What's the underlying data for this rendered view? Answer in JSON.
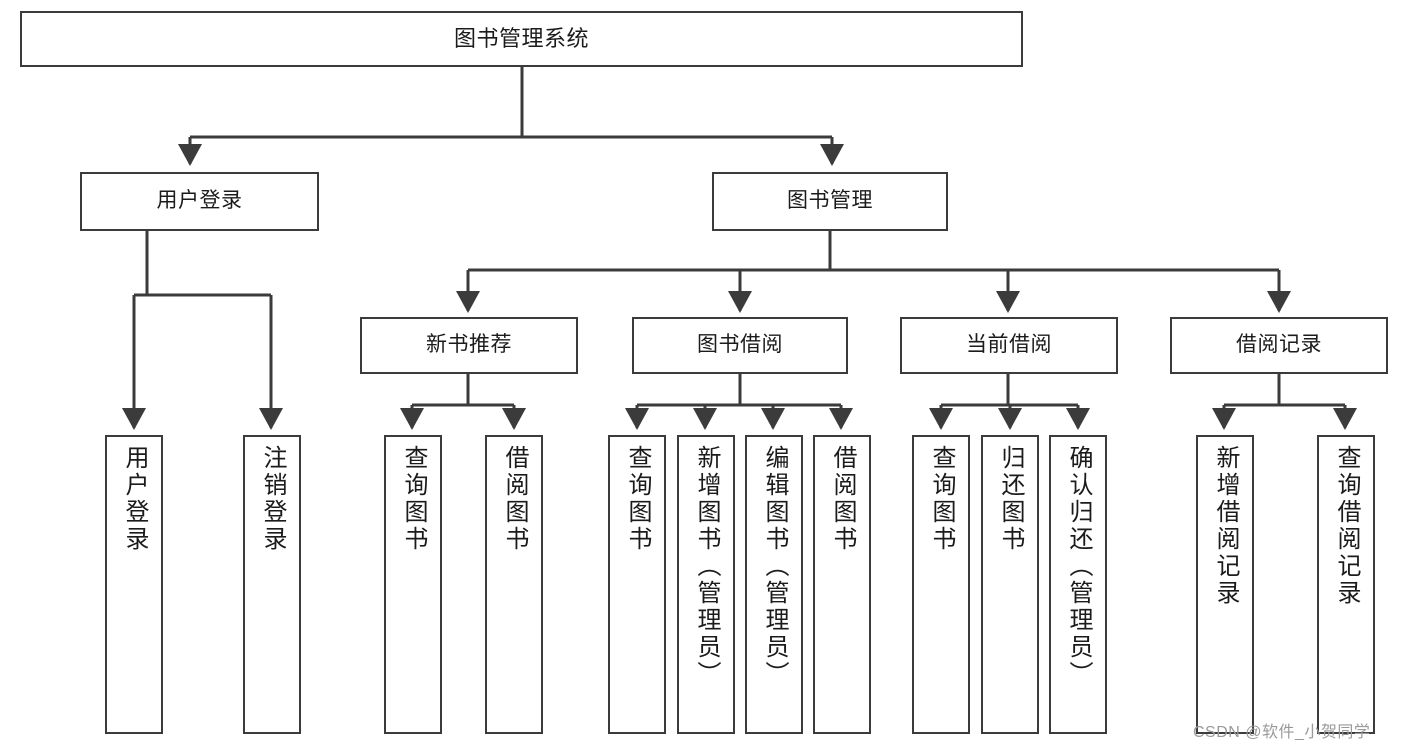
{
  "diagram": {
    "type": "tree-hierarchy",
    "title": "图书管理系统",
    "colors": {
      "box_border": "#3b3b3b",
      "box_fill": "#ffffff",
      "line": "#3b3b3b",
      "text": "#1b1b1b",
      "watermark": "#9a9a9a",
      "background": "#ffffff"
    },
    "watermark": "CSDN @软件_小贺同学"
  },
  "nodes": {
    "root": {
      "label": "图书管理系统"
    },
    "level1": [
      {
        "label": "用户登录"
      },
      {
        "label": "图书管理"
      }
    ],
    "level2": [
      {
        "label": "新书推荐"
      },
      {
        "label": "图书借阅"
      },
      {
        "label": "当前借阅"
      },
      {
        "label": "借阅记录"
      }
    ],
    "leaves": {
      "user_login": [
        {
          "label": "用户登录"
        },
        {
          "label": "注销登录"
        }
      ],
      "new_book_recommend": [
        {
          "label": "查询图书"
        },
        {
          "label": "借阅图书"
        }
      ],
      "book_borrow": [
        {
          "label": "查询图书"
        },
        {
          "label": "新增图书（管理员）"
        },
        {
          "label": "编辑图书（管理员）"
        },
        {
          "label": "借阅图书"
        }
      ],
      "current_borrow": [
        {
          "label": "查询图书"
        },
        {
          "label": "归还图书"
        },
        {
          "label": "确认归还（管理员）"
        }
      ],
      "borrow_records": [
        {
          "label": "新增借阅记录"
        },
        {
          "label": "查询借阅记录"
        }
      ]
    }
  },
  "chart_data": {
    "type": "table",
    "title": "图书管理系统",
    "edges": [
      {
        "from": "图书管理系统",
        "to": "用户登录"
      },
      {
        "from": "图书管理系统",
        "to": "图书管理"
      },
      {
        "from": "用户登录",
        "to": "用户登录"
      },
      {
        "from": "用户登录",
        "to": "注销登录"
      },
      {
        "from": "图书管理",
        "to": "新书推荐"
      },
      {
        "from": "图书管理",
        "to": "图书借阅"
      },
      {
        "from": "图书管理",
        "to": "当前借阅"
      },
      {
        "from": "图书管理",
        "to": "借阅记录"
      },
      {
        "from": "新书推荐",
        "to": "查询图书"
      },
      {
        "from": "新书推荐",
        "to": "借阅图书"
      },
      {
        "from": "图书借阅",
        "to": "查询图书"
      },
      {
        "from": "图书借阅",
        "to": "新增图书（管理员）"
      },
      {
        "from": "图书借阅",
        "to": "编辑图书（管理员）"
      },
      {
        "from": "图书借阅",
        "to": "借阅图书"
      },
      {
        "from": "当前借阅",
        "to": "查询图书"
      },
      {
        "from": "当前借阅",
        "to": "归还图书"
      },
      {
        "from": "当前借阅",
        "to": "确认归还（管理员）"
      },
      {
        "from": "借阅记录",
        "to": "新增借阅记录"
      },
      {
        "from": "借阅记录",
        "to": "查询借阅记录"
      }
    ]
  }
}
